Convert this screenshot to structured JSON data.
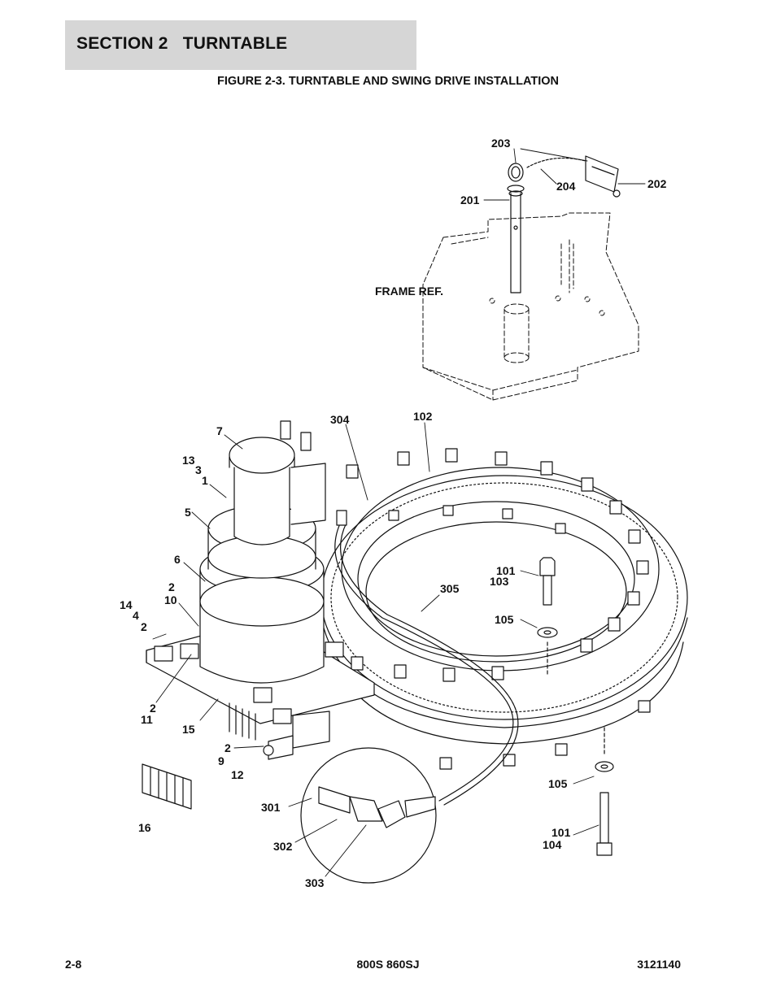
{
  "header": {
    "section": "SECTION 2   TURNTABLE",
    "figure_title": "FIGURE 2-3. TURNTABLE AND SWING DRIVE INSTALLATION"
  },
  "footer": {
    "page": "2-8",
    "model": "800S 860SJ",
    "doc_number": "3121140"
  },
  "callouts": {
    "c203": "203",
    "c204": "204",
    "c202": "202",
    "c201": "201",
    "frame_ref": "FRAME REF.",
    "c304": "304",
    "c102": "102",
    "c7": "7",
    "c13": "13",
    "c3": "3",
    "c1": "1",
    "c5": "5",
    "c6": "6",
    "c2a": "2",
    "c10": "10",
    "c14": "14",
    "c4": "4",
    "c2b": "2",
    "c2c": "2",
    "c11": "11",
    "c15": "15",
    "c2d": "2",
    "c9": "9",
    "c12": "12",
    "c16": "16",
    "c101a": "101",
    "c103": "103",
    "c105a": "105",
    "c305": "305",
    "c301": "301",
    "c302": "302",
    "c303": "303",
    "c105b": "105",
    "c101b": "101",
    "c104": "104"
  }
}
